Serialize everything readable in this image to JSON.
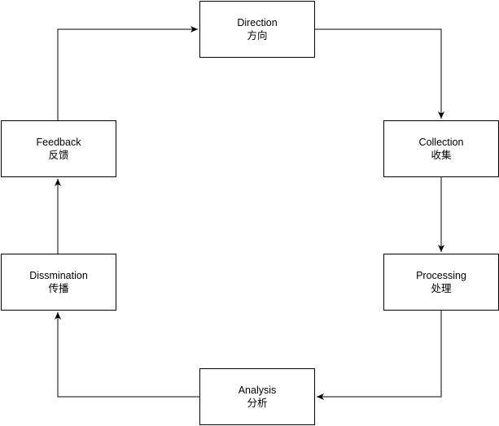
{
  "nodes": {
    "direction": {
      "en": "Direction",
      "zh": "方向"
    },
    "collection": {
      "en": "Collection",
      "zh": "收集"
    },
    "processing": {
      "en": "Processing",
      "zh": "处理"
    },
    "analysis": {
      "en": "Analysis",
      "zh": "分析"
    },
    "dissemination": {
      "en": "Dissmination",
      "zh": "传播"
    },
    "feedback": {
      "en": "Feedback",
      "zh": "反馈"
    }
  },
  "edges": [
    {
      "from": "direction",
      "to": "collection"
    },
    {
      "from": "collection",
      "to": "processing"
    },
    {
      "from": "processing",
      "to": "analysis"
    },
    {
      "from": "analysis",
      "to": "dissemination"
    },
    {
      "from": "dissemination",
      "to": "feedback"
    },
    {
      "from": "feedback",
      "to": "direction"
    }
  ],
  "colors": {
    "stroke": "#000000",
    "fill": "#ffffff"
  }
}
